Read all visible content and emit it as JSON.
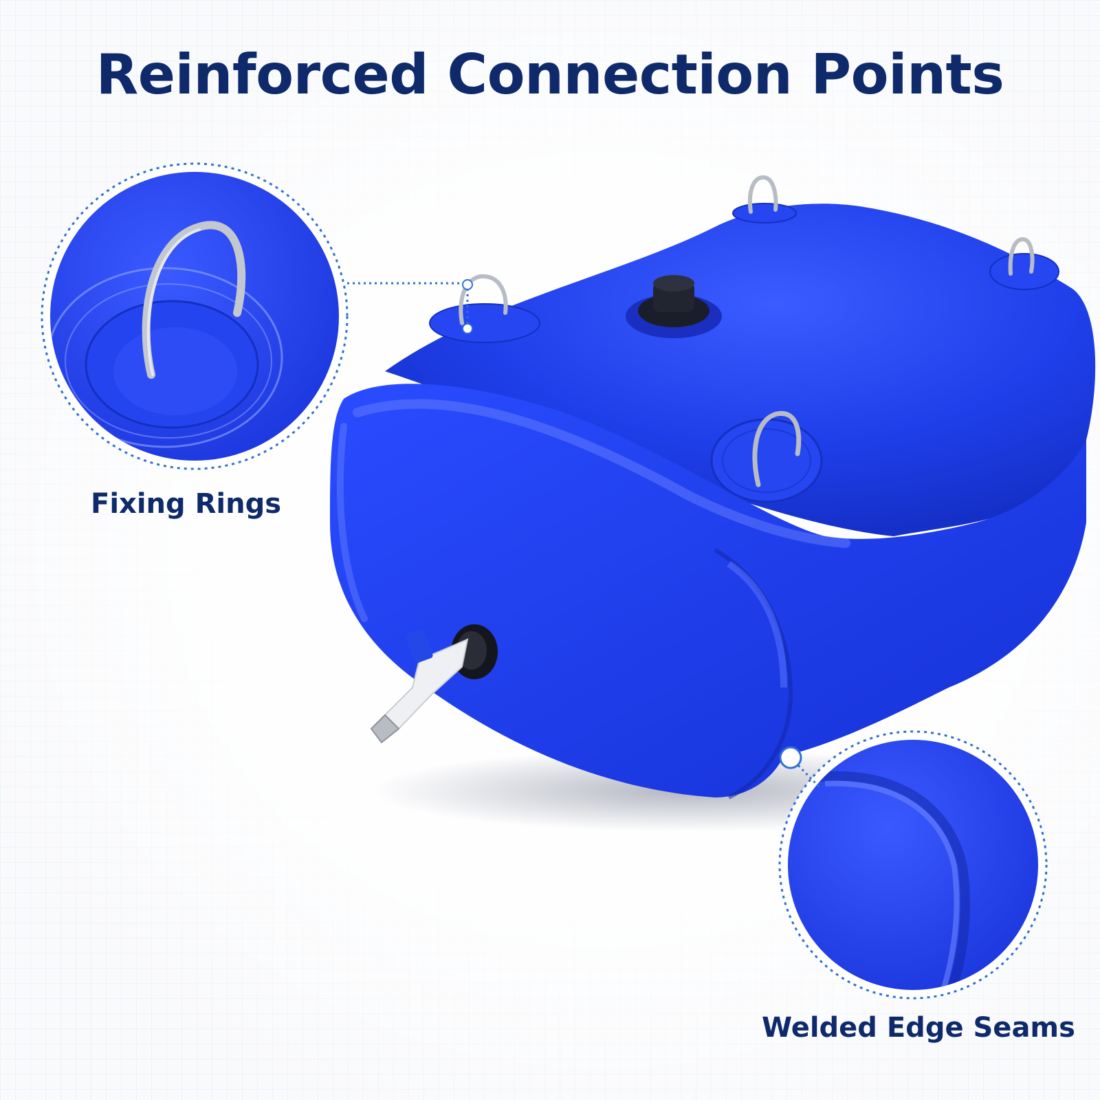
{
  "headline": "Reinforced Connection Points",
  "callouts": {
    "fixing_rings": "Fixing Rings",
    "welded_seams": "Welded Edge Seams"
  },
  "colors": {
    "heading": "#0f2a6b",
    "tank_blue": "#1e3ff0",
    "callout_line": "#2f6fd6",
    "metal": "#b8bcc4"
  }
}
